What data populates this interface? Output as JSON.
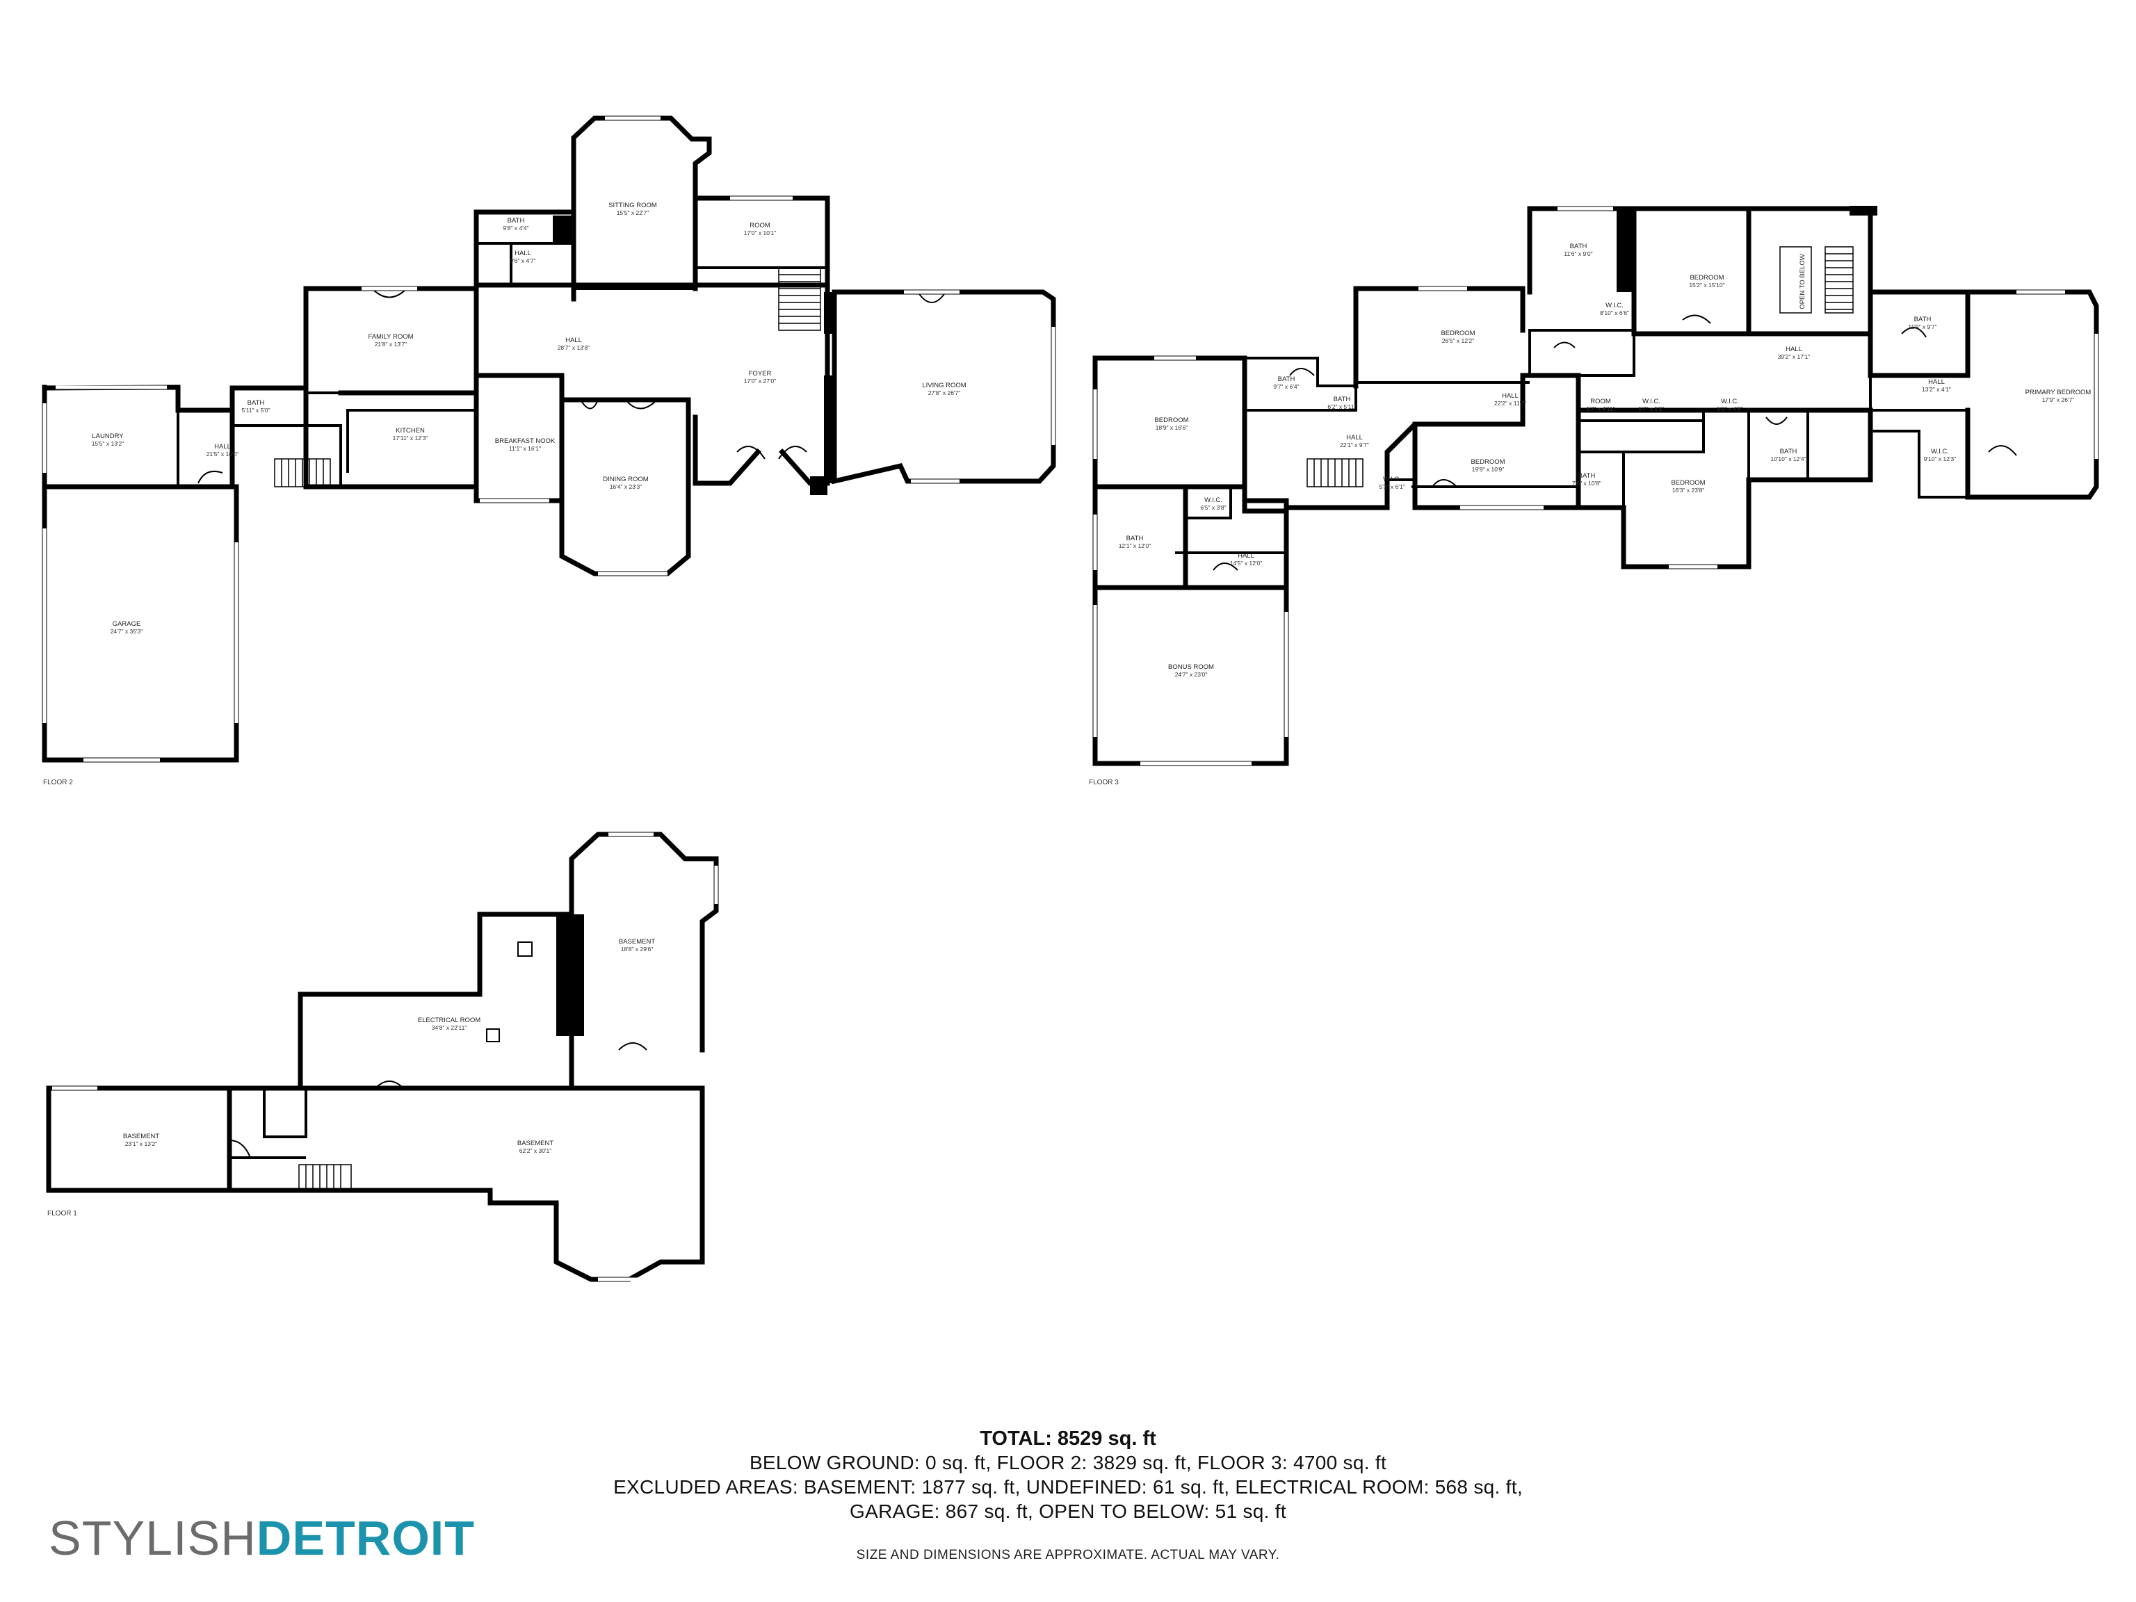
{
  "floors": [
    {
      "label": "FLOOR 2",
      "rooms": [
        {
          "name": "LAUNDRY",
          "dims": "15'5\" x 13'2\""
        },
        {
          "name": "HALL",
          "dims": "21'5\" x 10'0\""
        },
        {
          "name": "BATH",
          "dims": "5'11\" x 5'0\""
        },
        {
          "name": "GARAGE",
          "dims": "24'7\" x 35'3\""
        },
        {
          "name": "FAMILY ROOM",
          "dims": "21'8\" x 13'7\""
        },
        {
          "name": "KITCHEN",
          "dims": "17'11\" x 12'3\""
        },
        {
          "name": "BREAKFAST NOOK",
          "dims": "11'1\" x 16'1\""
        },
        {
          "name": "HALL",
          "dims": "28'7\" x 13'8\""
        },
        {
          "name": "BATH",
          "dims": "9'8\" x 4'4\""
        },
        {
          "name": "HALL",
          "dims": "9'6\" x 4'7\""
        },
        {
          "name": "SITTING ROOM",
          "dims": "15'5\" x 22'7\""
        },
        {
          "name": "ROOM",
          "dims": "17'0\" x 10'1\""
        },
        {
          "name": "FOYER",
          "dims": "17'0\" x 27'0\""
        },
        {
          "name": "DINING ROOM",
          "dims": "16'4\" x 23'3\""
        },
        {
          "name": "LIVING ROOM",
          "dims": "27'8\" x 26'7\""
        }
      ]
    },
    {
      "label": "FLOOR 3",
      "rooms": [
        {
          "name": "BATH",
          "dims": "11'6\" x 9'0\""
        },
        {
          "name": "W.I.C.",
          "dims": "8'10\" x 6'6\""
        },
        {
          "name": "BEDROOM",
          "dims": "15'2\" x 15'10\""
        },
        {
          "name": "OPEN TO BELOW",
          "dims": ""
        },
        {
          "name": "BEDROOM",
          "dims": "26'5\" x 12'2\""
        },
        {
          "name": "HALL",
          "dims": "39'2\" x 17'1\""
        },
        {
          "name": "BATH",
          "dims": "11'9\" x 9'7\""
        },
        {
          "name": "HALL",
          "dims": "13'2\" x 4'1\""
        },
        {
          "name": "PRIMARY BEDROOM",
          "dims": "17'9\" x 26'7\""
        },
        {
          "name": "BEDROOM",
          "dims": "18'9\" x 16'6\""
        },
        {
          "name": "BATH",
          "dims": "9'7\" x 6'4\""
        },
        {
          "name": "BATH",
          "dims": "6'2\" x 5'11\""
        },
        {
          "name": "HALL",
          "dims": "22'2\" x 11'7\""
        },
        {
          "name": "HALL",
          "dims": "22'1\" x 9'7\""
        },
        {
          "name": "ROOM",
          "dims": "5'7\" x 4'11\""
        },
        {
          "name": "W.I.C.",
          "dims": "5'7\" x 5'5\""
        },
        {
          "name": "W.I.C.",
          "dims": "5'0\" x 4'8\""
        },
        {
          "name": "BEDROOM",
          "dims": "19'9\" x 10'9\""
        },
        {
          "name": "W.I.C.",
          "dims": "5'3\" x 6'1\""
        },
        {
          "name": "BATH",
          "dims": "7'6\" x 10'8\""
        },
        {
          "name": "BEDROOM",
          "dims": "16'3\" x 23'8\""
        },
        {
          "name": "BATH",
          "dims": "10'10\" x 12'4\""
        },
        {
          "name": "W.I.C.",
          "dims": "9'10\" x 12'3\""
        },
        {
          "name": "W.I.C.",
          "dims": "6'5\" x 3'8\""
        },
        {
          "name": "BATH",
          "dims": "12'1\" x 12'0\""
        },
        {
          "name": "HALL",
          "dims": "14'5\" x 12'0\""
        },
        {
          "name": "BONUS ROOM",
          "dims": "24'7\" x 23'0\""
        }
      ]
    },
    {
      "label": "FLOOR 1",
      "rooms": [
        {
          "name": "BASEMENT",
          "dims": "18'8\" x 29'6\""
        },
        {
          "name": "ELECTRICAL ROOM",
          "dims": "34'8\" x 22'11\""
        },
        {
          "name": "BASEMENT",
          "dims": "23'1\" x 13'2\""
        },
        {
          "name": "BASEMENT",
          "dims": "62'2\" x 30'1\""
        }
      ]
    }
  ],
  "summary": {
    "total": "TOTAL: 8529 sq. ft",
    "line1": "BELOW GROUND: 0 sq. ft, FLOOR 2: 3829 sq. ft, FLOOR 3: 4700 sq. ft",
    "line2": "EXCLUDED AREAS: BASEMENT: 1877 sq. ft, UNDEFINED: 61 sq. ft, ELECTRICAL ROOM: 568 sq. ft,",
    "line3": "GARAGE: 867 sq. ft, OPEN TO BELOW: 51 sq. ft"
  },
  "disclaimer": "SIZE AND DIMENSIONS ARE APPROXIMATE. ACTUAL MAY VARY.",
  "logo": {
    "part1": "STYLISH",
    "part2": "DETROIT",
    "accent": "#1c93ad",
    "gray": "#6b6b6b"
  }
}
